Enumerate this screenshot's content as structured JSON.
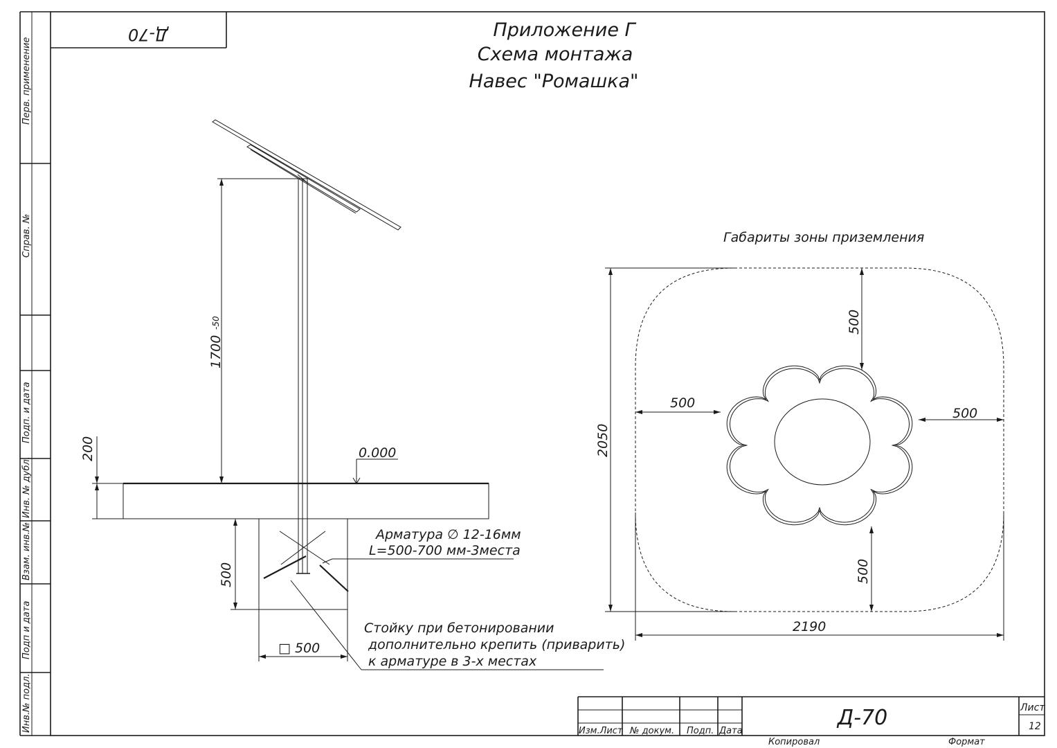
{
  "header": {
    "code_rotated": "Д-70",
    "appendix": "Приложение Г",
    "scheme": "Схема монтажа",
    "product": "Навес \"Ромашка\""
  },
  "side_stamp": {
    "perv": "Перв. применение",
    "sprav": "Справ. №",
    "podp_data_1": "Подп. и дата",
    "inv_dubl": "Инв. № дубл.",
    "vzam_inv": "Взам. инв.№",
    "podp_data_2": "Подп и дата",
    "inv_podl": "Инв.№ подл."
  },
  "left_drawing": {
    "height_dim": "1700",
    "height_tol": "-50",
    "slab_dim": "200",
    "level": "0.000",
    "footing_depth": "500",
    "footing_width": "□ 500",
    "rebar_line1": "Арматура ∅ 12-16мм",
    "rebar_line2": "L=500-700 мм-3места",
    "note_line1": "Стойку при бетонировании",
    "note_line2": "дополнительно крепить (приварить)",
    "note_line3": "к  арматуре в 3-х местах"
  },
  "right_drawing": {
    "title": "Габариты зоны приземления",
    "overall_height": "2050",
    "overall_width": "2190",
    "top_clearance": "500",
    "left_clearance": "500",
    "right_clearance": "500",
    "bottom_clearance": "500"
  },
  "title_block": {
    "code": "Д-70",
    "col_izm_list": "Изм.Лист",
    "col_dokum": "№ докум.",
    "col_podp": "Подп.",
    "col_data": "Дата",
    "sheet_label": "Лист",
    "sheet_number": "12",
    "copied": "Копировал",
    "format": "Формат"
  }
}
